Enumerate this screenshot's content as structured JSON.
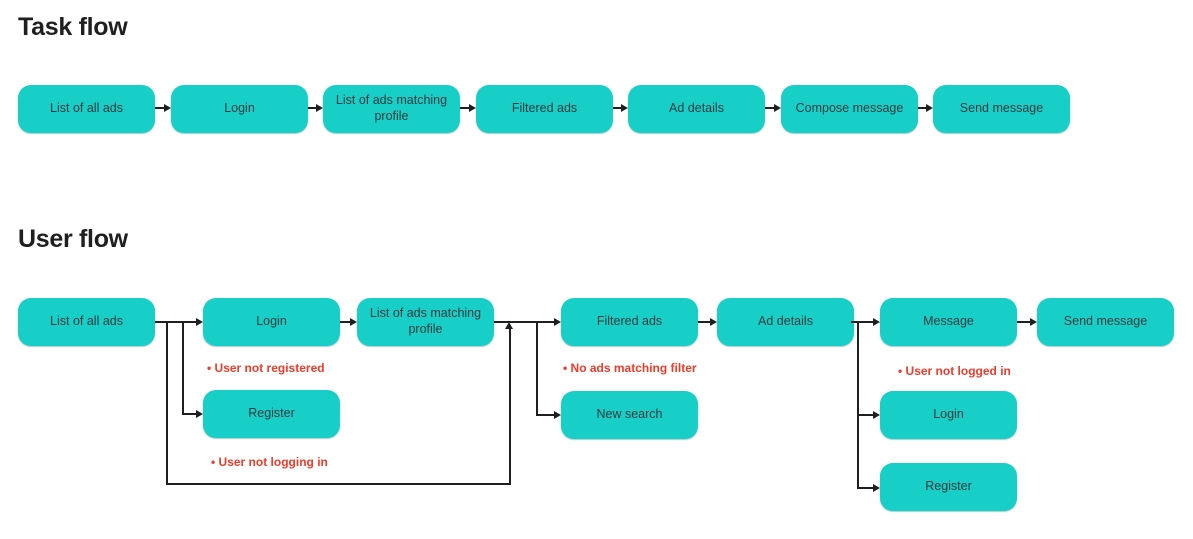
{
  "colors": {
    "node_fill": "#17CFC6",
    "node_text": "#2E3B40",
    "note_text": "#EE3B2A",
    "connector": "#1F1F1F",
    "heading_text": "#1F1F1F",
    "background": "#FFFFFF"
  },
  "task_flow": {
    "title": "Task flow",
    "steps": [
      "List of all ads",
      "Login",
      "List of ads matching profile",
      "Filtered ads",
      "Ad details",
      "Compose message",
      "Send message"
    ]
  },
  "user_flow": {
    "title": "User flow",
    "main_steps": [
      "List of all ads",
      "Login",
      "List of ads matching profile",
      "Filtered ads",
      "Ad details",
      "Message",
      "Send message"
    ],
    "branch_notes": {
      "user_not_registered": "• User not registered",
      "user_not_logging_in": "• User not logging in",
      "no_ads_matching_filter": "• No ads matching filter",
      "user_not_logged_in": "• User not logged in"
    },
    "branch_steps": {
      "register_after_login": "Register",
      "new_search": "New search",
      "login_before_message": "Login",
      "register_before_message": "Register"
    }
  }
}
